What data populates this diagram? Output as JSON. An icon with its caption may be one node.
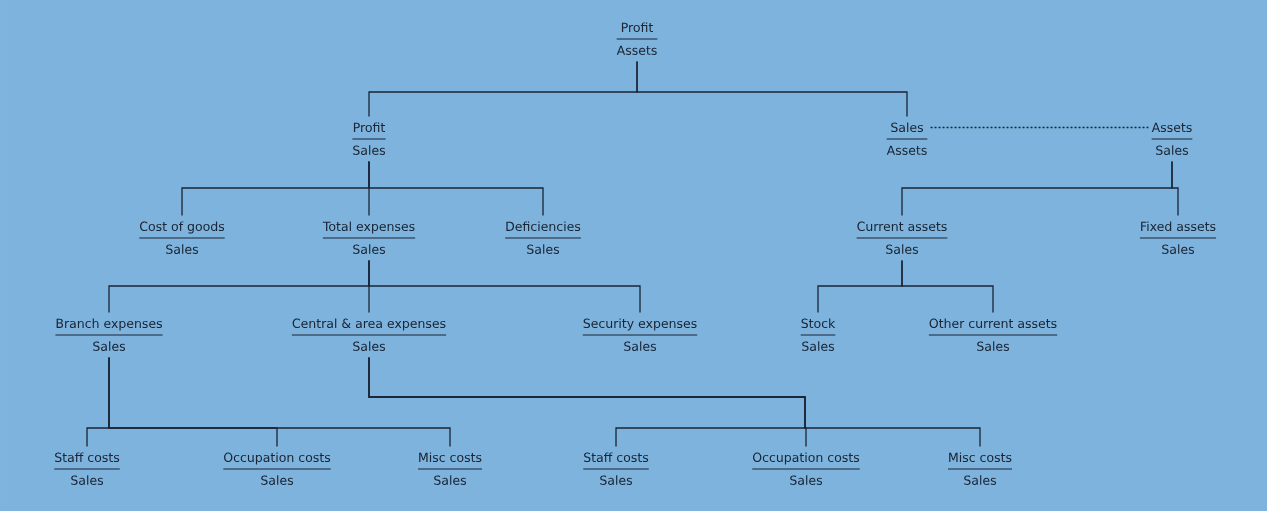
{
  "diagram": {
    "nodes": [
      {
        "text": [
          "Profit",
          "Assets"
        ]
      },
      {
        "text": [
          "Profit",
          "Sales"
        ]
      },
      {
        "text": [
          "Sales",
          "Assets"
        ]
      },
      {
        "text": [
          "Assets",
          "Sales"
        ]
      },
      {
        "text": [
          "Cost of goods",
          "Sales"
        ]
      },
      {
        "text": [
          "Total expenses",
          "Sales"
        ]
      },
      {
        "text": [
          "Deficiencies",
          "Sales"
        ]
      },
      {
        "text": [
          "Current assets",
          "Sales"
        ]
      },
      {
        "text": [
          "Fixed assets",
          "Sales"
        ]
      },
      {
        "text": [
          "Branch expenses",
          "Sales"
        ]
      },
      {
        "text": [
          "Central & area expenses",
          "Sales"
        ]
      },
      {
        "text": [
          "Security expenses",
          "Sales"
        ]
      },
      {
        "text": [
          "Stock",
          "Sales"
        ]
      },
      {
        "text": [
          "Other current assets",
          "Sales"
        ]
      },
      {
        "text": [
          "Staff costs",
          "Sales"
        ]
      },
      {
        "text": [
          "Occupation costs",
          "Sales"
        ]
      },
      {
        "text": [
          "Misc costs",
          "Sales"
        ]
      },
      {
        "text": [
          "Staff costs",
          "Sales"
        ]
      },
      {
        "text": [
          "Occupation costs",
          "Sales"
        ]
      },
      {
        "text": [
          "Misc costs",
          "Sales"
        ]
      }
    ],
    "edges": [
      {
        "from": 0,
        "to": 1,
        "arrow": "none"
      },
      {
        "from": 0,
        "to": 2,
        "arrow": "none"
      },
      {
        "from": 2,
        "to": 3,
        "arrow": "none",
        "style": "dashed"
      },
      {
        "from": 1,
        "to": 4,
        "arrow": "none"
      },
      {
        "from": 1,
        "to": 5,
        "arrow": "none"
      },
      {
        "from": 1,
        "to": 6,
        "arrow": "none"
      },
      {
        "from": 3,
        "to": 7,
        "arrow": "none"
      },
      {
        "from": 3,
        "to": 8,
        "arrow": "none"
      },
      {
        "from": 5,
        "to": 9,
        "arrow": "none"
      },
      {
        "from": 5,
        "to": 10,
        "arrow": "none"
      },
      {
        "from": 5,
        "to": 11,
        "arrow": "none"
      },
      {
        "from": 7,
        "to": 12,
        "arrow": "none"
      },
      {
        "from": 7,
        "to": 13,
        "arrow": "none"
      },
      {
        "from": 9,
        "to": 14,
        "arrow": "none"
      },
      {
        "from": 9,
        "to": 15,
        "arrow": "none"
      },
      {
        "from": 9,
        "to": 16,
        "arrow": "none"
      },
      {
        "from": 10,
        "to": 17,
        "arrow": "none"
      },
      {
        "from": 10,
        "to": 18,
        "arrow": "none"
      },
      {
        "from": 10,
        "to": 19,
        "arrow": "none"
      }
    ]
  }
}
